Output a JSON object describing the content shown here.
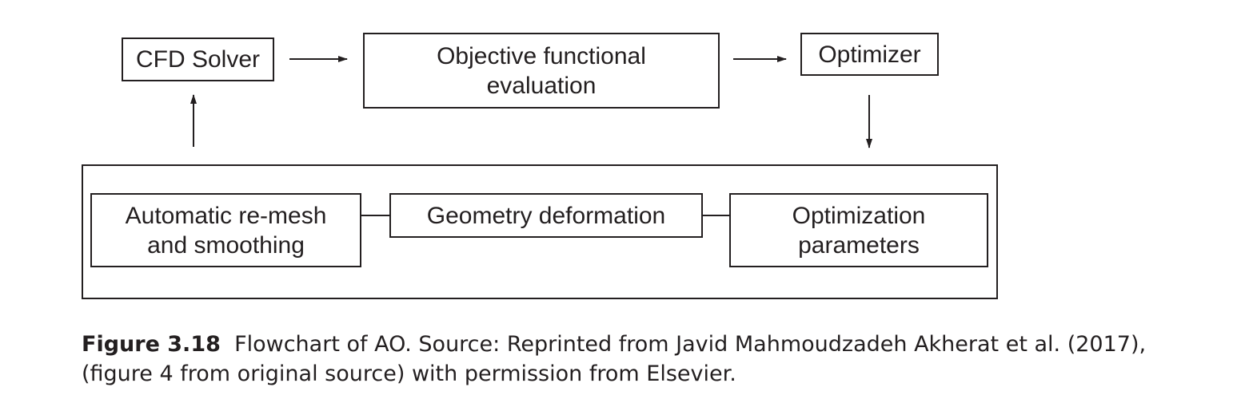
{
  "diagram": {
    "nodes": {
      "cfd_solver": [
        "CFD Solver"
      ],
      "objective": [
        "Objective functional",
        "evaluation"
      ],
      "optimizer": [
        "Optimizer"
      ],
      "remesh": [
        "Automatic re-mesh",
        "and smoothing"
      ],
      "geometry": [
        "Geometry deformation"
      ],
      "opt_params": [
        "Optimization",
        "parameters"
      ]
    },
    "edges": [
      {
        "from": "cfd_solver",
        "to": "objective",
        "arrow": true
      },
      {
        "from": "objective",
        "to": "optimizer",
        "arrow": true
      },
      {
        "from": "optimizer",
        "to": "design-group",
        "arrow": true
      },
      {
        "from": "design-group",
        "to": "cfd_solver",
        "arrow": true
      },
      {
        "from": "remesh",
        "to": "geometry",
        "arrow": false
      },
      {
        "from": "geometry",
        "to": "opt_params",
        "arrow": false
      }
    ],
    "line_color": "#231f20"
  },
  "caption": {
    "label": "Figure 3.18",
    "text": "Flowchart of AO. Source: Reprinted from Javid Mahmoudzadeh Akherat et al. (2017), (figure 4 from original source) with permission from Elsevier."
  }
}
